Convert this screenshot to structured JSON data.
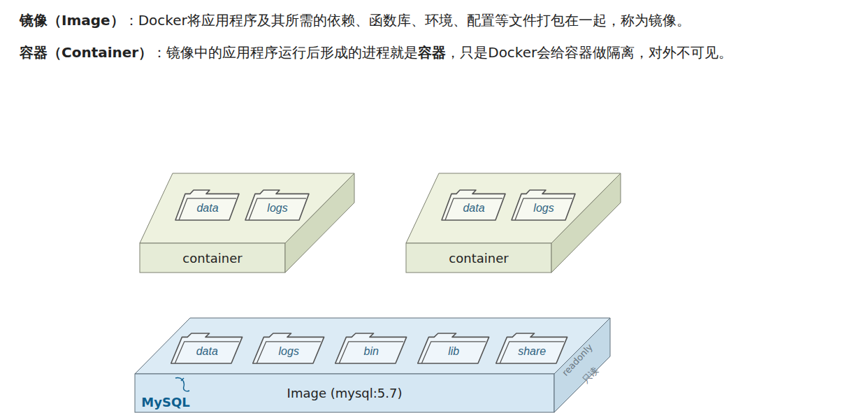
{
  "diagram": {
    "nodes": [
      {
        "text": [
          "container"
        ]
      },
      {
        "text": [
          "data"
        ],
        "in": 0
      },
      {
        "text": [
          "logs"
        ],
        "in": 0
      },
      {
        "text": [
          "container"
        ]
      },
      {
        "text": [
          "data"
        ],
        "in": 3
      },
      {
        "text": [
          "logs"
        ],
        "in": 3
      },
      {
        "text": [
          "Image  (mysql:5.7)",
          "readonly",
          "只读",
          "MySQL"
        ]
      },
      {
        "text": [
          "data"
        ],
        "in": 6
      },
      {
        "text": [
          "logs"
        ],
        "in": 6
      },
      {
        "text": [
          "bin"
        ],
        "in": 6
      },
      {
        "text": [
          "lib"
        ],
        "in": 6
      },
      {
        "text": [
          "share"
        ],
        "in": 6
      }
    ],
    "labels": [
      "镜像（Image）",
      "：Docker将应用程序及其所需的依赖、函数库、环境、配置等文件打包在一起，称为镜像。",
      "容器（Container）",
      "：镜像中的应用程序运行后形成的进程就是",
      "容器",
      "，只是Docker会给容器做隔离，对外不可见。"
    ]
  }
}
